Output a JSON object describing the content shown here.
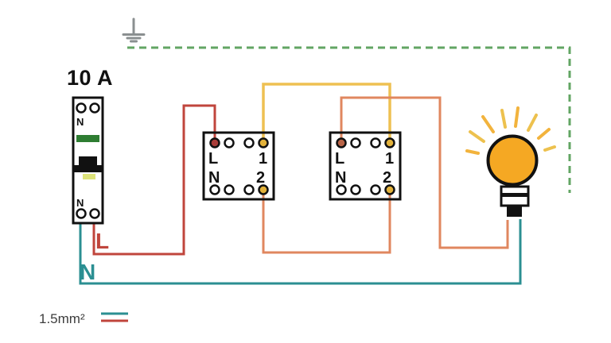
{
  "diagram": {
    "breaker": {
      "rating": "10 A",
      "terminal_top_label": "N",
      "terminal_bottom_label": "N"
    },
    "switch1": {
      "label_l": "L",
      "label_1": "1",
      "label_n": "N",
      "label_2": "2"
    },
    "switch2": {
      "label_l": "L",
      "label_1": "1",
      "label_n": "N",
      "label_2": "2"
    },
    "wire_labels": {
      "live": "L",
      "neutral": "N"
    },
    "legend": {
      "wire_gauge": "1.5mm²"
    }
  },
  "colors": {
    "live": "#c0453c",
    "neutral": "#2b8f92",
    "traveler1": "#eec052",
    "traveler2": "#e0875f",
    "earth": "#62a563",
    "ground_symbol": "#8a8f90",
    "bulb": "#f5a823",
    "ray1": "#f2b33d",
    "ray2": "#edc14e",
    "breaker_on": "#2e7d32",
    "indicator": "#dde37a",
    "terminal_live1": "#a93c38",
    "terminal_live2": "#b96447",
    "terminal_traveler": "#e3b23a",
    "outline": "#111111",
    "label_text": "#111111",
    "legend_text": "#3d3d3d"
  }
}
